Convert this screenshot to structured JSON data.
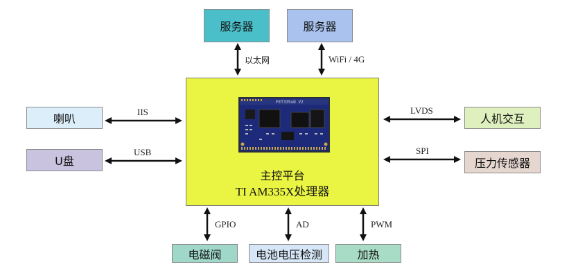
{
  "nodes": {
    "server_left": "服务器",
    "server_right": "服务器",
    "speaker": "喇叭",
    "udisk": "U盘",
    "hmi": "人机交互",
    "pressure_sensor": "压力传感器",
    "solenoid_valve": "电磁阀",
    "battery_detect": "电池电压检测",
    "heating": "加热"
  },
  "center": {
    "title_line1": "主控平台",
    "title_line2": "TI AM335X处理器",
    "board_silk": "FET335xD V2"
  },
  "links": {
    "ethernet": "以太网",
    "wifi_4g": "WiFi / 4G",
    "iis": "IIS",
    "usb": "USB",
    "lvds": "LVDS",
    "spi": "SPI",
    "gpio": "GPIO",
    "ad": "AD",
    "pwm": "PWM"
  },
  "colors": {
    "server_left_bg": "#4bbfc9",
    "server_right_bg": "#a9c3ee",
    "speaker_bg": "#dceefa",
    "udisk_bg": "#c9c3e0",
    "hmi_bg": "#dff0bf",
    "pressure_bg": "#e6d6d0",
    "valve_bg": "#9fd7c9",
    "battery_bg": "#d6e6f7",
    "heating_bg": "#a8dcc6",
    "center_bg": "#e9f542",
    "pcb": "#1d2a7a"
  }
}
